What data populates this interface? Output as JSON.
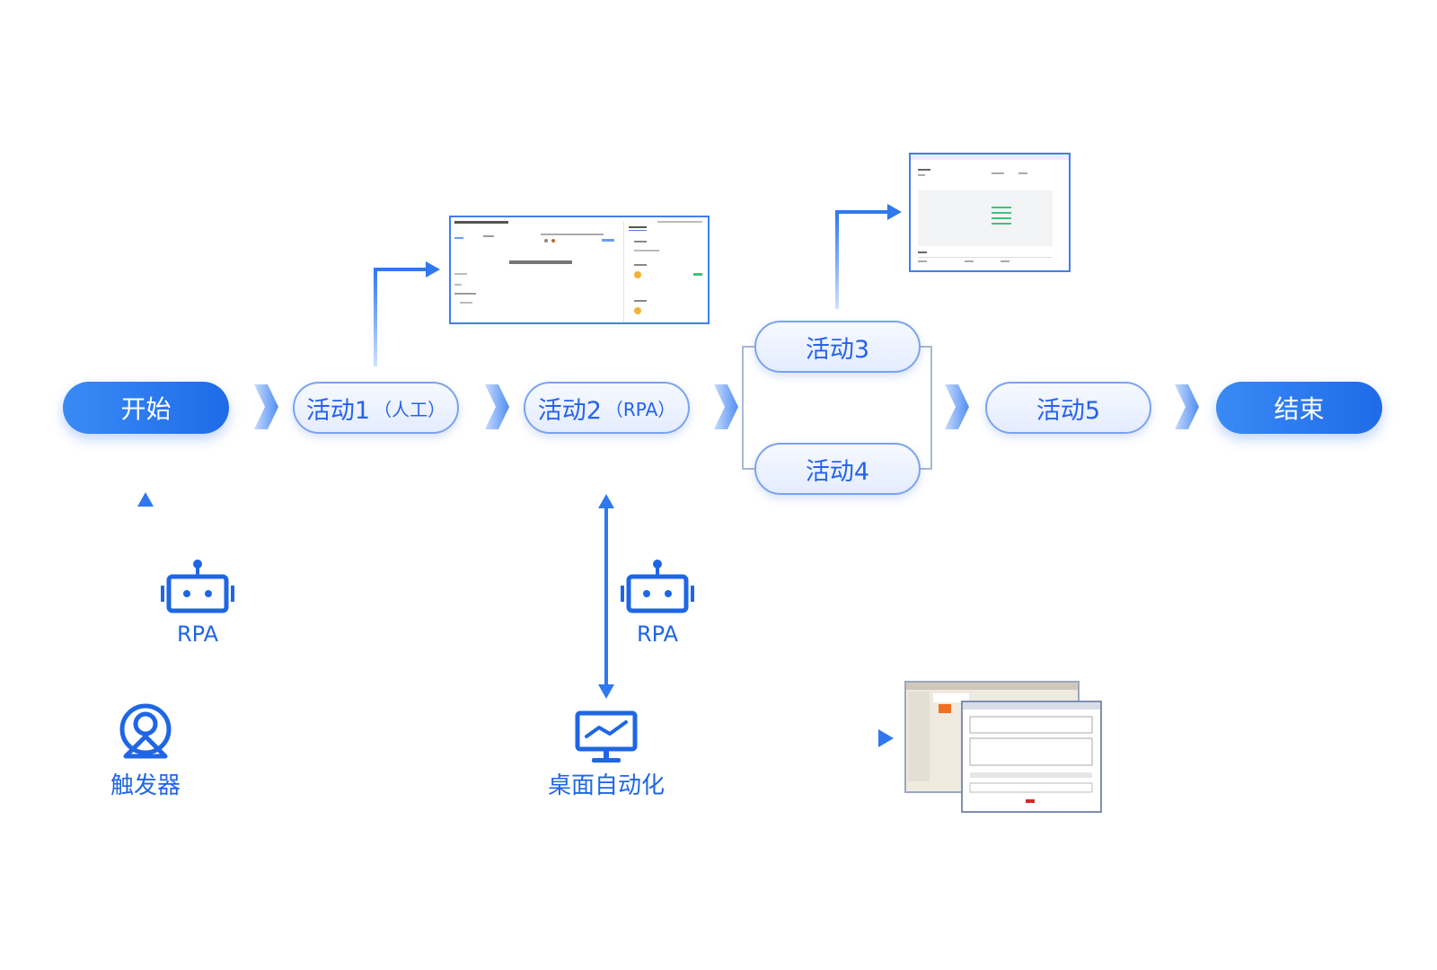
{
  "flow": {
    "start": "开始",
    "activity1": {
      "label": "活动1",
      "sub": "（人工）"
    },
    "activity2": {
      "label": "活动2",
      "sub": "（RPA）"
    },
    "activity3": "活动3",
    "activity4": "活动4",
    "activity5": "活动5",
    "end": "结束"
  },
  "annotations": {
    "rpa_left": "RPA",
    "rpa_right": "RPA",
    "trigger": "触发器",
    "desktop_automation": "桌面自动化"
  },
  "colors": {
    "primary": "#1f6be8",
    "accent": "#2563eb",
    "pill_border": "#7aa3f0",
    "chevron": "#5b95f5"
  },
  "icons": {
    "robot": "robot-icon",
    "trigger": "trigger-icon",
    "monitor": "monitor-chart-icon"
  }
}
